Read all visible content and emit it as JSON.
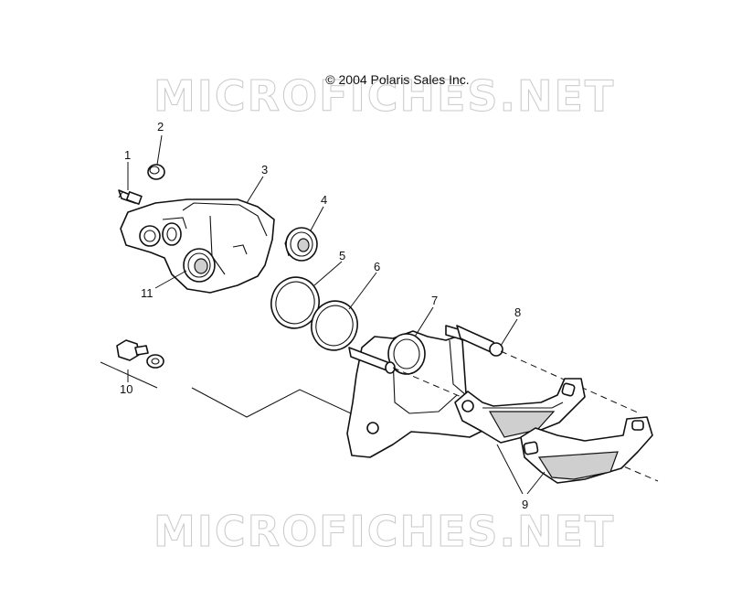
{
  "copyright": "© 2004 Polaris Sales Inc.",
  "watermark": "MICROFICHES.NET",
  "callouts": [
    "1",
    "2",
    "3",
    "4",
    "5",
    "6",
    "7",
    "8",
    "9",
    "10",
    "11"
  ]
}
